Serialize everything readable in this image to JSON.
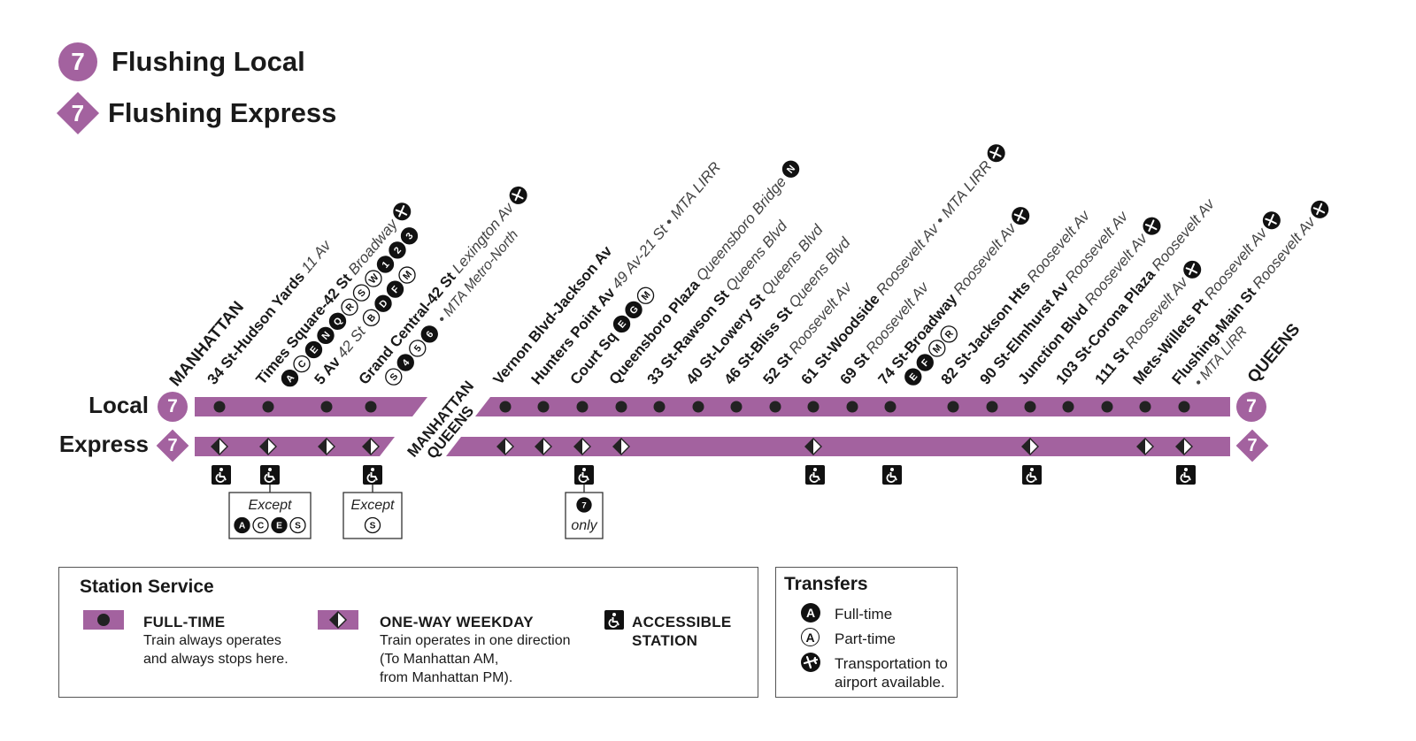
{
  "header": {
    "local": {
      "route": "7",
      "label": "Flushing Local"
    },
    "express": {
      "route": "7",
      "label": "Flushing Express"
    }
  },
  "colors": {
    "line": "#a3629f",
    "stop": "#222222"
  },
  "rows": {
    "local_label": "Local",
    "express_label": "Express",
    "route": "7"
  },
  "boroughs": {
    "start": "MANHATTAN",
    "divider_top": "MANHATTAN",
    "divider_bottom": "QUEENS",
    "end": "QUEENS"
  },
  "stations": [
    {
      "name": "34 St-Hudson Yards",
      "street": "11 Av",
      "extra": "",
      "transfers_full": [],
      "transfers_part": [],
      "airport": false,
      "express": true,
      "accessible": true
    },
    {
      "name": "Times Square-42 St",
      "street": "Broadway",
      "extra": "",
      "transfers_full": [
        "A",
        "E",
        "N",
        "Q",
        "1",
        "2",
        "3"
      ],
      "transfers_part": [
        "C",
        "R",
        "S",
        "W"
      ],
      "airport": true,
      "express": true,
      "accessible": true,
      "note": {
        "text": "Except",
        "routes_full": [
          "A",
          "E"
        ],
        "routes_part": [
          "C",
          "S"
        ],
        "order": [
          "A",
          "C",
          "E",
          "S"
        ]
      }
    },
    {
      "name": "5 Av",
      "street": "42 St",
      "extra": "",
      "transfers_full": [
        "D",
        "F"
      ],
      "transfers_part": [
        "B",
        "M"
      ],
      "airport": false,
      "express": true,
      "accessible": false
    },
    {
      "name": "Grand Central-42 St",
      "street": "Lexington Av",
      "extra": "MTA Metro-North",
      "transfers_full": [
        "4",
        "6"
      ],
      "transfers_part": [
        "S",
        "5"
      ],
      "airport": true,
      "express": true,
      "accessible": true,
      "note": {
        "text": "Except",
        "routes_full": [],
        "routes_part": [
          "S"
        ],
        "order": [
          "S"
        ]
      }
    },
    {
      "name": "Vernon Blvd-Jackson Av",
      "street": "",
      "extra": "",
      "transfers_full": [],
      "transfers_part": [],
      "airport": false,
      "express": true,
      "accessible": false
    },
    {
      "name": "Hunters Point Av",
      "street": "49 Av-21 St",
      "extra": "MTA LIRR",
      "transfers_full": [],
      "transfers_part": [],
      "airport": false,
      "express": true,
      "accessible": false
    },
    {
      "name": "Court Sq",
      "street": "",
      "extra": "",
      "transfers_full": [
        "E",
        "G"
      ],
      "transfers_part": [
        "M"
      ],
      "airport": false,
      "express": true,
      "accessible": true,
      "note": {
        "text": "only",
        "routes_full": [
          "7"
        ],
        "routes_part": [],
        "order": [
          "7"
        ]
      }
    },
    {
      "name": "Queensboro Plaza",
      "street": "Queensboro Bridge",
      "extra": "",
      "transfers_full": [
        "N"
      ],
      "transfers_part": [],
      "airport": false,
      "express": true,
      "accessible": false
    },
    {
      "name": "33 St-Rawson St",
      "street": "Queens Blvd",
      "extra": "",
      "transfers_full": [],
      "transfers_part": [],
      "airport": false,
      "express": false,
      "accessible": false
    },
    {
      "name": "40 St-Lowery St",
      "street": "Queens Blvd",
      "extra": "",
      "transfers_full": [],
      "transfers_part": [],
      "airport": false,
      "express": false,
      "accessible": false
    },
    {
      "name": "46 St-Bliss St",
      "street": "Queens Blvd",
      "extra": "",
      "transfers_full": [],
      "transfers_part": [],
      "airport": false,
      "express": false,
      "accessible": false
    },
    {
      "name": "52 St",
      "street": "Roosevelt Av",
      "extra": "",
      "transfers_full": [],
      "transfers_part": [],
      "airport": false,
      "express": false,
      "accessible": false
    },
    {
      "name": "61 St-Woodside",
      "street": "Roosevelt Av",
      "extra": "MTA LIRR",
      "transfers_full": [],
      "transfers_part": [],
      "airport": true,
      "express": true,
      "accessible": true
    },
    {
      "name": "69 St",
      "street": "Roosevelt Av",
      "extra": "",
      "transfers_full": [],
      "transfers_part": [],
      "airport": false,
      "express": false,
      "accessible": false
    },
    {
      "name": "74 St-Broadway",
      "street": "Roosevelt Av",
      "extra": "",
      "transfers_full": [
        "E",
        "F"
      ],
      "transfers_part": [
        "M",
        "R"
      ],
      "airport": true,
      "express": false,
      "accessible": true
    },
    {
      "name": "82 St-Jackson Hts",
      "street": "Roosevelt Av",
      "extra": "",
      "transfers_full": [],
      "transfers_part": [],
      "airport": false,
      "express": false,
      "accessible": false
    },
    {
      "name": "90 St-Elmhurst Av",
      "street": "Roosevelt Av",
      "extra": "",
      "transfers_full": [],
      "transfers_part": [],
      "airport": false,
      "express": false,
      "accessible": false
    },
    {
      "name": "Junction Blvd",
      "street": "Roosevelt Av",
      "extra": "",
      "transfers_full": [],
      "transfers_part": [],
      "airport": true,
      "express": true,
      "accessible": true
    },
    {
      "name": "103 St-Corona Plaza",
      "street": "Roosevelt Av",
      "extra": "",
      "transfers_full": [],
      "transfers_part": [],
      "airport": false,
      "express": false,
      "accessible": false
    },
    {
      "name": "111 St",
      "street": "Roosevelt Av",
      "extra": "",
      "transfers_full": [],
      "transfers_part": [],
      "airport": true,
      "express": false,
      "accessible": false
    },
    {
      "name": "Mets-Willets Pt",
      "street": "Roosevelt Av",
      "extra": "",
      "transfers_full": [],
      "transfers_part": [],
      "airport": true,
      "express": true,
      "accessible": false
    },
    {
      "name": "Flushing-Main St",
      "street": "Roosevelt Av",
      "extra": "MTA LIRR",
      "transfers_full": [],
      "transfers_part": [],
      "airport": true,
      "express": true,
      "accessible": true
    }
  ],
  "legend": {
    "service": {
      "title": "Station Service",
      "full_time": {
        "head": "FULL-TIME",
        "desc": [
          "Train always operates",
          "and always stops here."
        ]
      },
      "one_way": {
        "head": "ONE-WAY WEEKDAY",
        "desc": [
          "Train operates in one direction",
          "(To Manhattan AM,",
          "from Manhattan PM)."
        ]
      },
      "accessible": {
        "head": [
          "ACCESSIBLE",
          "STATION"
        ]
      }
    },
    "transfers": {
      "title": "Transfers",
      "sample_route": "A",
      "full": "Full-time",
      "part": "Part-time",
      "airport": [
        "Transportation to",
        "airport available."
      ]
    }
  }
}
